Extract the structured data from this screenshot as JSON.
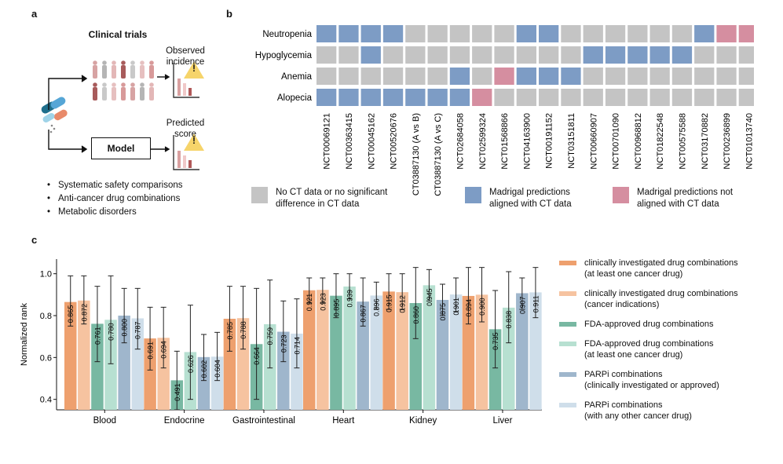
{
  "panel_labels": {
    "a": "a",
    "b": "b",
    "c": "c"
  },
  "panel_a": {
    "title": "Clinical trials",
    "observed": "Observed\nincidence",
    "predicted": "Predicted\nscore",
    "model": "Model",
    "warning_symbol": "!",
    "bullets": [
      "Systematic safety comparisons",
      "Anti-cancer drug combinations",
      "Metabolic disorders"
    ]
  },
  "panel_b": {
    "rows": [
      "Neutropenia",
      "Hypoglycemia",
      "Anemia",
      "Alopecia"
    ],
    "columns": [
      "NCT00069121",
      "NCT00363415",
      "NCT00045162",
      "NCT00520676",
      "NCT03887130 (A vs B)",
      "NCT03887130 (A vs C)",
      "NCT02684058",
      "NCT02599324",
      "NCT01568866",
      "NCT04163900",
      "NCT00191152",
      "NCT03151811",
      "NCT00660907",
      "NCT00701090",
      "NCT00968812",
      "NCT01822548",
      "NCT00575588",
      "NCT03170882",
      "NCT00236899",
      "NCT01013740"
    ],
    "matrix": [
      [
        "B",
        "B",
        "B",
        "B",
        "G",
        "G",
        "G",
        "G",
        "G",
        "B",
        "B",
        "G",
        "G",
        "G",
        "G",
        "G",
        "G",
        "B",
        "P",
        "P"
      ],
      [
        "G",
        "G",
        "B",
        "G",
        "G",
        "G",
        "G",
        "G",
        "G",
        "G",
        "G",
        "G",
        "B",
        "B",
        "B",
        "B",
        "B",
        "G",
        "G",
        "G"
      ],
      [
        "G",
        "G",
        "G",
        "G",
        "G",
        "G",
        "B",
        "G",
        "P",
        "B",
        "B",
        "B",
        "G",
        "G",
        "G",
        "G",
        "G",
        "G",
        "G",
        "G"
      ],
      [
        "B",
        "B",
        "B",
        "B",
        "B",
        "B",
        "B",
        "P",
        "G",
        "G",
        "G",
        "G",
        "G",
        "G",
        "G",
        "G",
        "G",
        "G",
        "G",
        "G"
      ]
    ],
    "colors": {
      "G": "#c4c4c4",
      "B": "#7d9cc5",
      "P": "#d58ea0"
    },
    "legend": [
      {
        "key": "G",
        "text": "No CT data or no significant\ndifference in CT data"
      },
      {
        "key": "B",
        "text": "Madrigal predictions\naligned with CT data"
      },
      {
        "key": "P",
        "text": "Madrigal predictions not\naligned with CT data"
      }
    ]
  },
  "chart_data": {
    "type": "bar",
    "ylabel": "Normalized rank",
    "ylim": [
      0.35,
      1.07
    ],
    "yticks": [
      "0.4",
      "0.6",
      "0.8",
      "1.0"
    ],
    "categories": [
      "Blood",
      "Endocrine",
      "Gastrointestinal",
      "Heart",
      "Kidney",
      "Liver"
    ],
    "series": [
      {
        "name": "clinically investigated drug combinations\n(at least one cancer drug)",
        "color": "#eea06e",
        "values": [
          0.865,
          0.691,
          0.785,
          0.921,
          0.915,
          0.894
        ],
        "err_high": [
          0.99,
          0.84,
          0.94,
          0.98,
          1.0,
          1.03
        ],
        "err_low": [
          0.75,
          0.54,
          0.63,
          0.86,
          0.83,
          0.76
        ]
      },
      {
        "name": "clinically investigated drug combinations\n(cancer indications)",
        "color": "#f6c3a0",
        "values": [
          0.872,
          0.694,
          0.788,
          0.923,
          0.912,
          0.9
        ],
        "err_high": [
          0.99,
          0.84,
          0.94,
          0.98,
          1.0,
          1.03
        ],
        "err_low": [
          0.76,
          0.55,
          0.64,
          0.86,
          0.83,
          0.77
        ]
      },
      {
        "name": "FDA-approved drug combinations",
        "color": "#78b8a2",
        "values": [
          0.761,
          0.491,
          0.664,
          0.895,
          0.86,
          0.735
        ],
        "err_high": [
          0.94,
          0.63,
          0.93,
          1.0,
          1.03,
          0.92
        ],
        "err_low": [
          0.58,
          0.35,
          0.4,
          0.79,
          0.69,
          0.55
        ]
      },
      {
        "name": "FDA-approved drug combinations\n(at least one cancer drug)",
        "color": "#b7e0d1",
        "values": [
          0.78,
          0.626,
          0.759,
          0.939,
          0.945,
          0.838
        ],
        "err_high": [
          0.99,
          0.85,
          0.97,
          1.0,
          1.02,
          1.01
        ],
        "err_low": [
          0.57,
          0.4,
          0.55,
          0.88,
          0.87,
          0.67
        ]
      },
      {
        "name": "PARPi combinations\n(clinically investigated or approved)",
        "color": "#9fb6cc",
        "values": [
          0.8,
          0.602,
          0.723,
          0.867,
          0.875,
          0.907
        ],
        "err_high": [
          0.93,
          0.71,
          0.87,
          0.98,
          0.95,
          0.98
        ],
        "err_low": [
          0.67,
          0.49,
          0.58,
          0.75,
          0.8,
          0.83
        ]
      },
      {
        "name": "PARPi combinations\n(with any other cancer drug)",
        "color": "#cfdeea",
        "values": [
          0.787,
          0.604,
          0.714,
          0.896,
          0.901,
          0.911
        ],
        "err_high": [
          0.93,
          0.72,
          0.88,
          0.96,
          0.98,
          1.03
        ],
        "err_low": [
          0.64,
          0.49,
          0.55,
          0.83,
          0.82,
          0.79
        ]
      }
    ]
  }
}
